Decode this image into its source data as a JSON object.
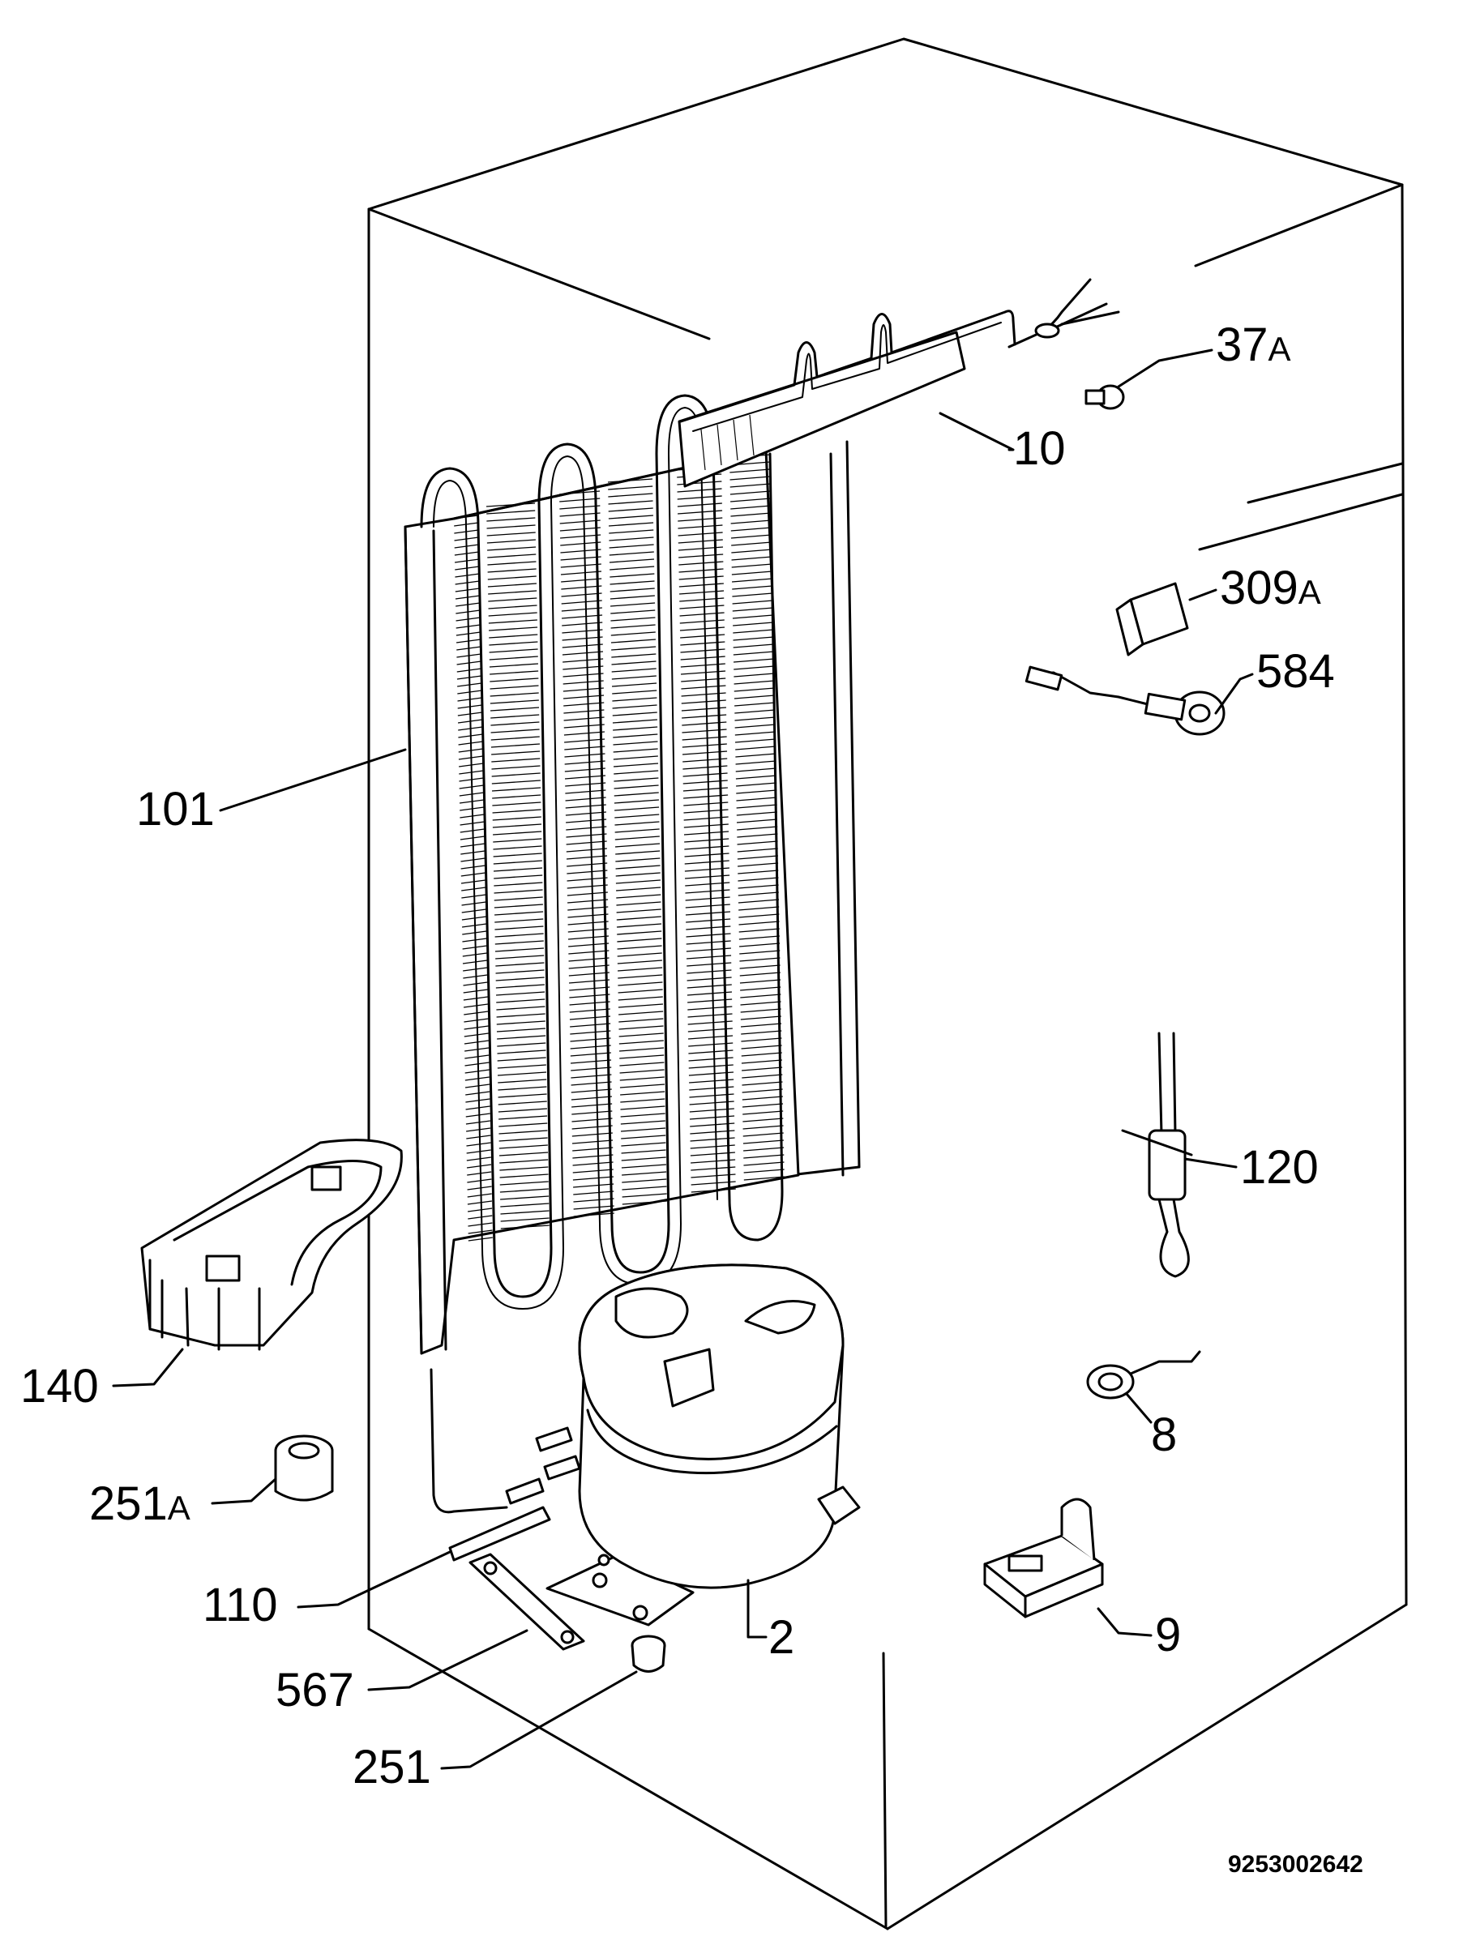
{
  "labels": {
    "l37": {
      "num": "37",
      "suffix": "A"
    },
    "l10": {
      "num": "10"
    },
    "l309": {
      "num": "309",
      "suffix": "A"
    },
    "l584": {
      "num": "584"
    },
    "l101": {
      "num": "101"
    },
    "l120": {
      "num": "120"
    },
    "l140": {
      "num": "140"
    },
    "l8": {
      "num": "8"
    },
    "l251a": {
      "num": "251",
      "suffix": "A"
    },
    "l110": {
      "num": "110"
    },
    "l2": {
      "num": "2"
    },
    "l9": {
      "num": "9"
    },
    "l567": {
      "num": "567"
    },
    "l251": {
      "num": "251"
    }
  },
  "drawing_code": "9253002642"
}
